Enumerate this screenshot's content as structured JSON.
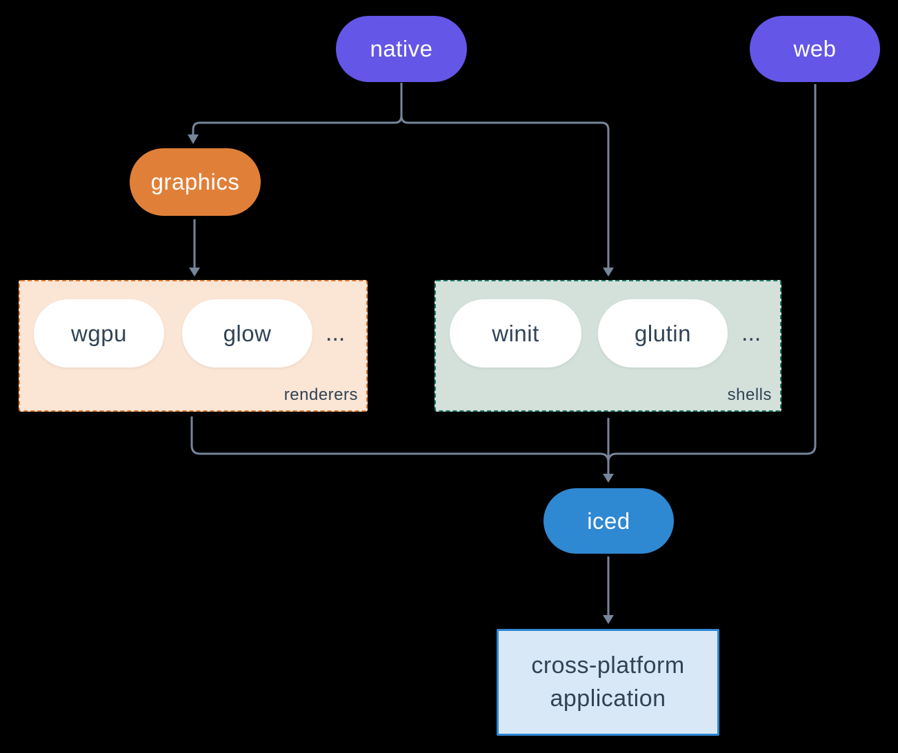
{
  "diagram": {
    "nodes": {
      "native": {
        "label": "native",
        "fill": "#6456e7",
        "text_color": "#ffffff"
      },
      "web": {
        "label": "web",
        "fill": "#6456e7",
        "text_color": "#ffffff"
      },
      "graphics": {
        "label": "graphics",
        "fill": "#e08038",
        "text_color": "#ffffff"
      },
      "iced": {
        "label": "iced",
        "fill": "#2f88d2",
        "text_color": "#ffffff"
      },
      "application": {
        "label": "cross-platform application",
        "fill": "#d8e8f7",
        "border": "#2f86d2",
        "text_color": "#304355"
      }
    },
    "groups": {
      "renderers": {
        "label": "renderers",
        "fill": "#fbe5d5",
        "border": "#e07c33",
        "items": [
          "wgpu",
          "glow"
        ],
        "ellipsis": "...",
        "item_fill": "#ffffff",
        "item_text_color": "#304355"
      },
      "shells": {
        "label": "shells",
        "fill": "#d4e1db",
        "border": "#1f7a67",
        "items": [
          "winit",
          "glutin"
        ],
        "ellipsis": "...",
        "item_fill": "#ffffff",
        "item_text_color": "#304355"
      }
    },
    "edges": [
      {
        "from": "native",
        "to": "graphics"
      },
      {
        "from": "native",
        "to": "shells"
      },
      {
        "from": "graphics",
        "to": "renderers"
      },
      {
        "from": "renderers",
        "to": "iced"
      },
      {
        "from": "shells",
        "to": "iced"
      },
      {
        "from": "web",
        "to": "iced"
      },
      {
        "from": "iced",
        "to": "application"
      }
    ],
    "colors": {
      "background": "#000000",
      "connector": "#76869b"
    }
  }
}
